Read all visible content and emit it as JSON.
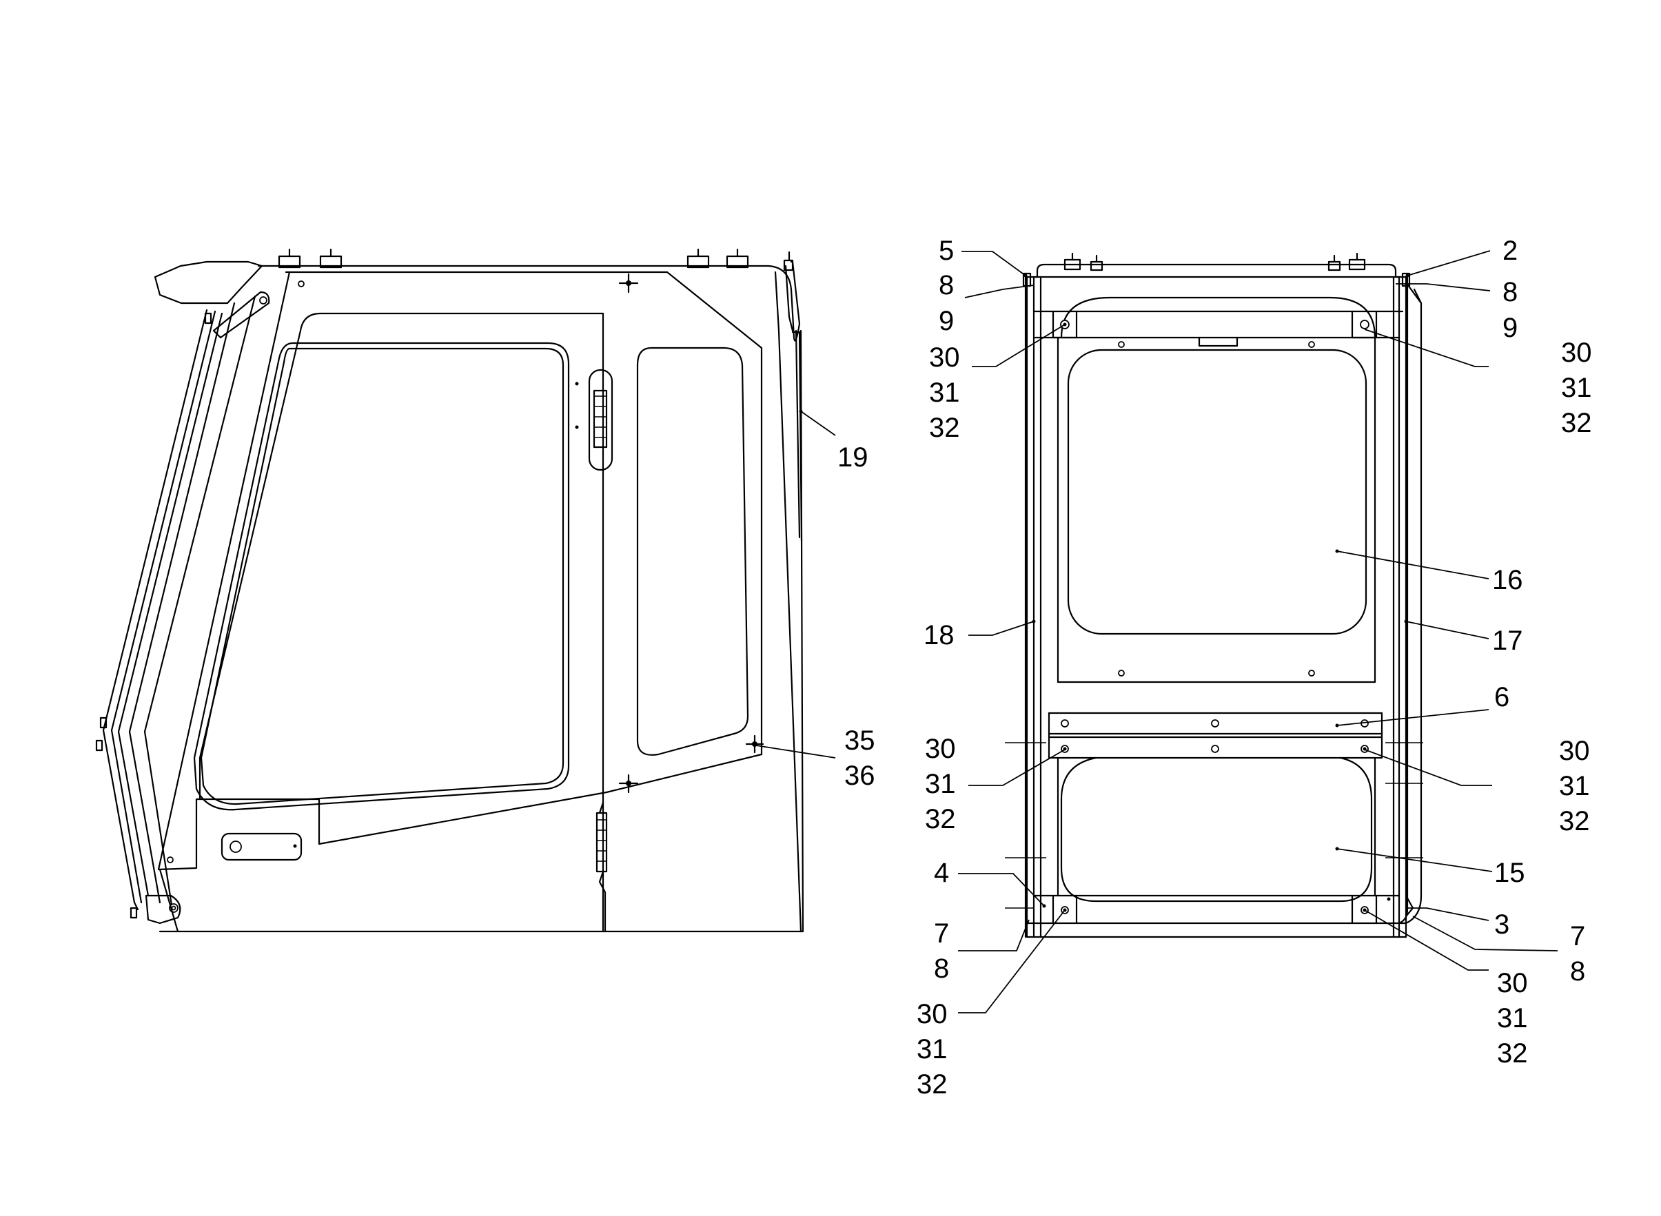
{
  "figure": {
    "side_view": {
      "callouts": [
        {
          "id": "c19",
          "lines": [
            "19"
          ]
        },
        {
          "id": "c35",
          "lines": [
            "35",
            "36"
          ]
        }
      ]
    },
    "rear_view": {
      "callouts": [
        {
          "id": "c5",
          "lines": [
            "5"
          ]
        },
        {
          "id": "c8l",
          "lines": [
            "8",
            "9"
          ]
        },
        {
          "id": "c30tl",
          "lines": [
            "30",
            "31",
            "32"
          ]
        },
        {
          "id": "c2",
          "lines": [
            "2"
          ]
        },
        {
          "id": "c8r",
          "lines": [
            "8",
            "9"
          ]
        },
        {
          "id": "c30tr",
          "lines": [
            "30",
            "31",
            "32"
          ]
        },
        {
          "id": "c16",
          "lines": [
            "16"
          ]
        },
        {
          "id": "c18",
          "lines": [
            "18"
          ]
        },
        {
          "id": "c17",
          "lines": [
            "17"
          ]
        },
        {
          "id": "c6",
          "lines": [
            "6"
          ]
        },
        {
          "id": "c30ml",
          "lines": [
            "30",
            "31",
            "32"
          ]
        },
        {
          "id": "c30mr",
          "lines": [
            "30",
            "31",
            "32"
          ]
        },
        {
          "id": "c15",
          "lines": [
            "15"
          ]
        },
        {
          "id": "c4",
          "lines": [
            "4"
          ]
        },
        {
          "id": "c7l",
          "lines": [
            "7",
            "8"
          ]
        },
        {
          "id": "c3",
          "lines": [
            "3"
          ]
        },
        {
          "id": "c7r",
          "lines": [
            "7",
            "8"
          ]
        },
        {
          "id": "c30bl",
          "lines": [
            "30",
            "31",
            "32"
          ]
        },
        {
          "id": "c30br",
          "lines": [
            "30",
            "31",
            "32"
          ]
        }
      ]
    }
  }
}
